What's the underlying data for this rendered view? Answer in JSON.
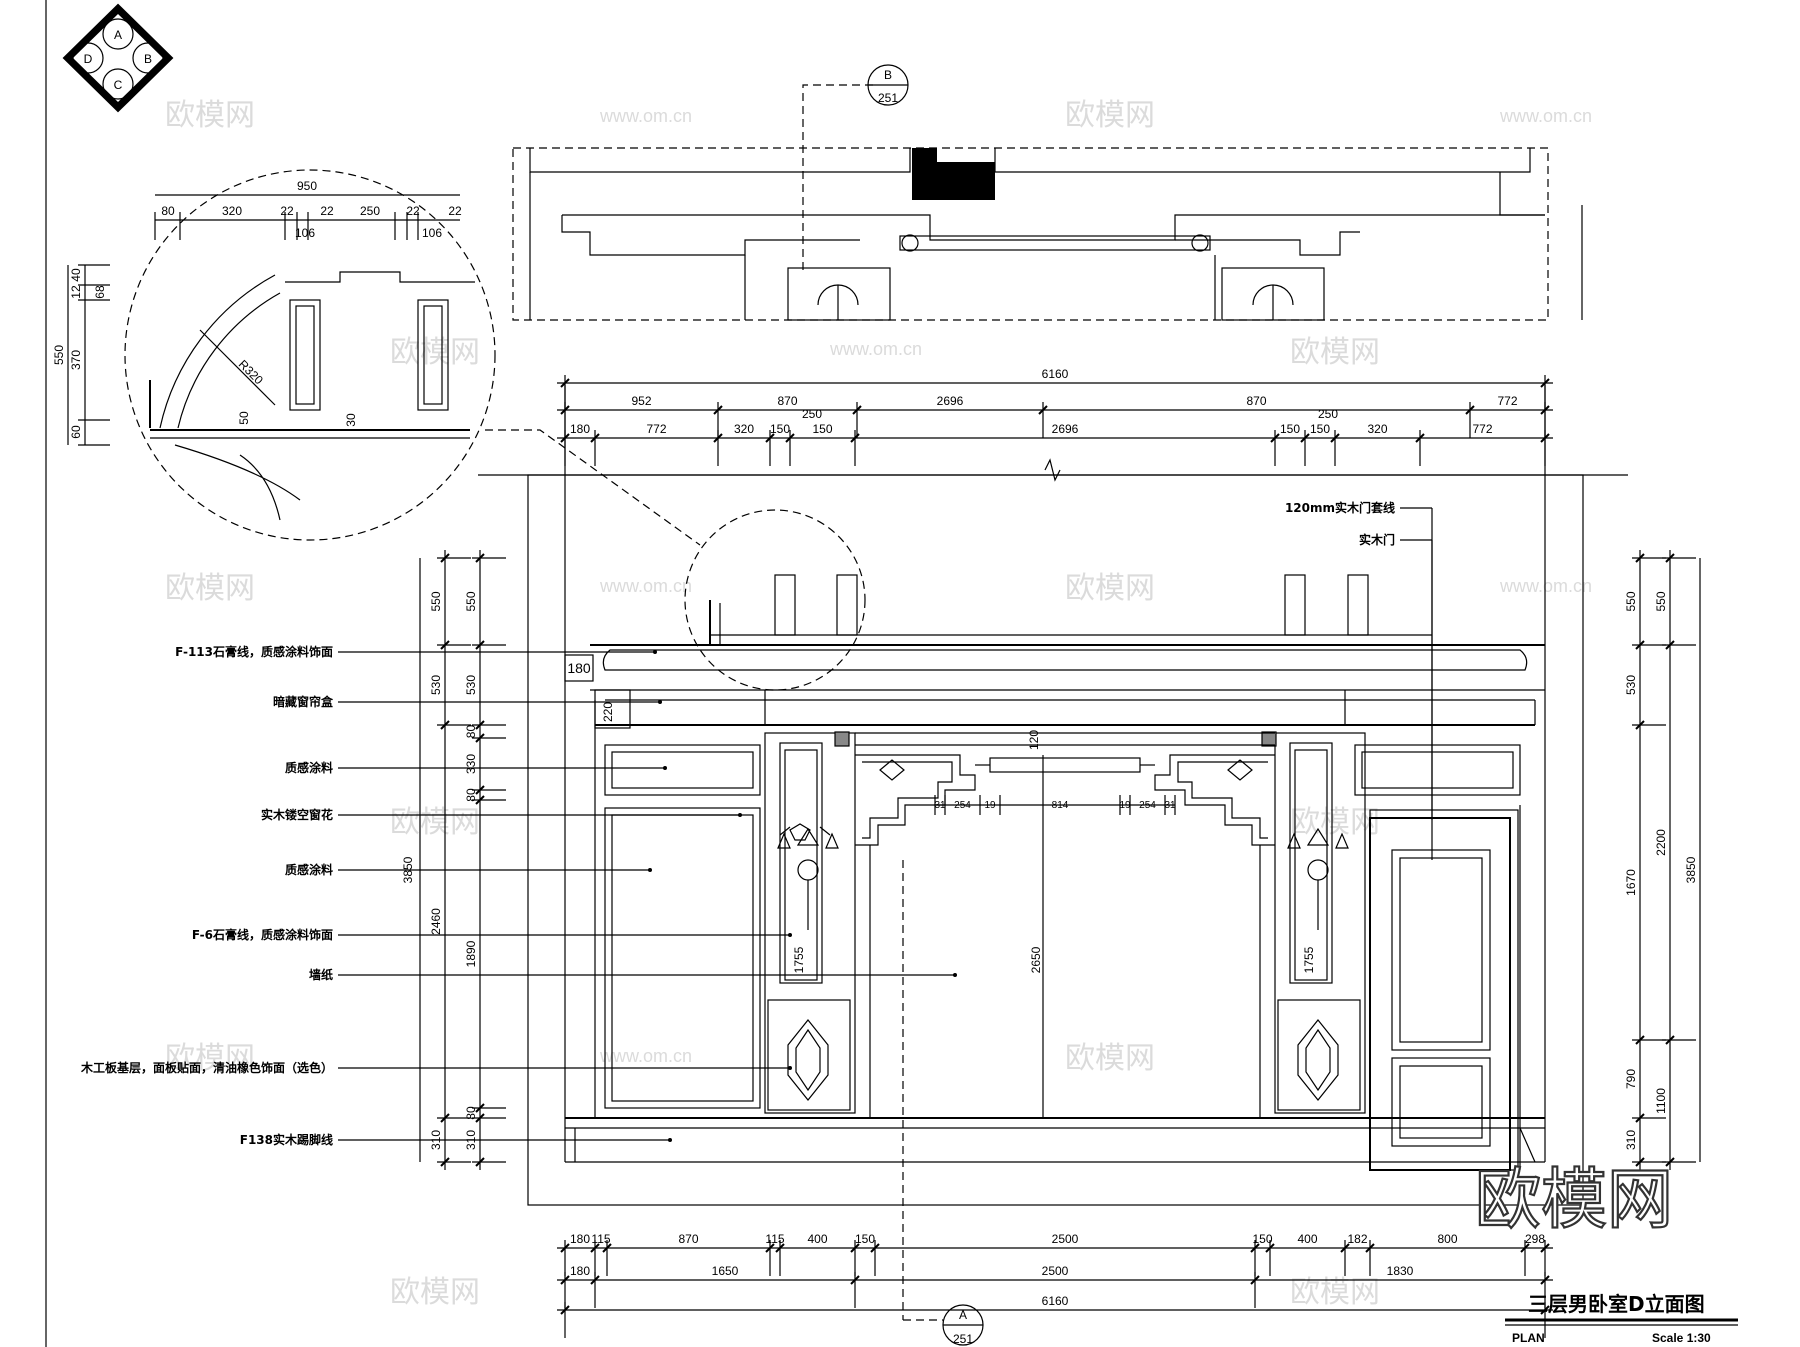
{
  "compass": {
    "a": "A",
    "b": "B",
    "c": "C",
    "d": "D"
  },
  "section_top": {
    "letter": "B",
    "sheet": "251"
  },
  "section_bottom": {
    "letter": "A",
    "sheet": "251"
  },
  "detail_dims": {
    "overall": "950",
    "parts": [
      "80",
      "320",
      "22",
      "22",
      "250",
      "22",
      "22"
    ],
    "sub_left": "106",
    "sub_right": "106",
    "height_total": "550",
    "heights": [
      "40",
      "12",
      "370",
      "60"
    ],
    "side": "68",
    "radius": "R320",
    "small_a": "50",
    "small_b": "30"
  },
  "top_dims": {
    "overall": "6160",
    "row1": [
      "952",
      "870",
      "250",
      "2696",
      "250",
      "870",
      "772"
    ],
    "row2": [
      "180",
      "772",
      "320",
      "150",
      "150",
      "2696",
      "150",
      "150",
      "320",
      "772"
    ]
  },
  "bottom_dims": {
    "row1": [
      "180",
      "115",
      "870",
      "115",
      "400",
      "150",
      "2500",
      "150",
      "400",
      "182",
      "800",
      "298"
    ],
    "row2": [
      "180",
      "1650",
      "2500",
      "1830"
    ],
    "overall": "6160"
  },
  "left_dims": {
    "outer": [
      "550",
      "530",
      "3850",
      "2460",
      "310"
    ],
    "inner": [
      "550",
      "530",
      "80",
      "330",
      "80",
      "1890",
      "80",
      "310"
    ],
    "small": [
      "180",
      "220"
    ]
  },
  "right_dims": {
    "inner": [
      "550",
      "530",
      "1670",
      "790",
      "310"
    ],
    "outer": [
      "550",
      "2200",
      "3850",
      "1100"
    ]
  },
  "center_dims": {
    "height": "2650",
    "mid": "120",
    "pilaster_l": "1755",
    "pilaster_r": "1755",
    "fret": [
      "31",
      "254",
      "19",
      "814",
      "19",
      "254",
      "31"
    ]
  },
  "left_notes": [
    "F-113石膏线，质感涂料饰面",
    "暗藏窗帘盒",
    "质感涂料",
    "实木镂空窗花",
    "质感涂料",
    "F-6石膏线，质感涂料饰面",
    "墙纸",
    "木工板基层，面板贴面，清油橡色饰面（选色）",
    "F138实木踢脚线"
  ],
  "right_notes": [
    "120mm实木门套线",
    "实木门"
  ],
  "watermark": {
    "brand": "欧模网",
    "url": "www.om.cn"
  },
  "title": {
    "main": "三层男卧室D立面图",
    "plan": "PLAN",
    "scale": "Scale 1:30"
  }
}
